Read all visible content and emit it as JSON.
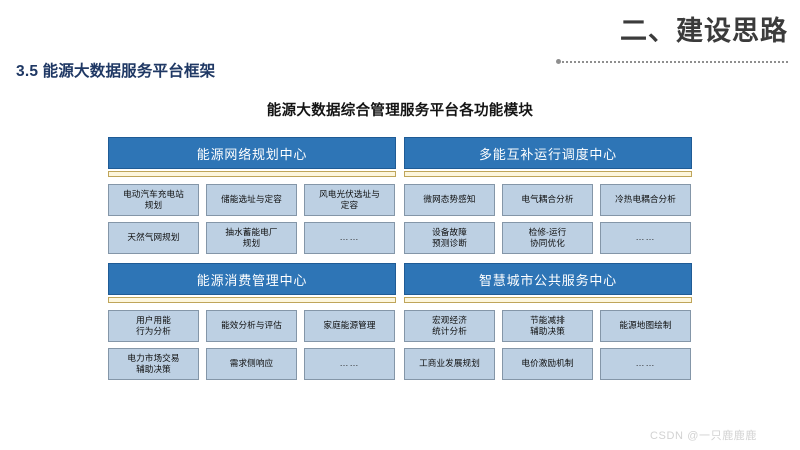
{
  "slide": {
    "title": "二、建设思路",
    "section_heading": "3.5 能源大数据服务平台框架",
    "diagram_title": "能源大数据综合管理服务平台各功能模块",
    "watermark": "CSDN @一只鹿鹿鹿"
  },
  "colors": {
    "header_blue": "#2e75b6",
    "header_blue_border": "#1f5b95",
    "accent_strip": "#fdf6dd",
    "accent_strip_border": "#bfa55a",
    "item_blue": "#bdd0e3",
    "item_border": "#8496a8",
    "section_heading": "#1f3864",
    "slide_title": "#3b3b3b",
    "watermark": "#d2d2d2"
  },
  "diagram": {
    "panels": [
      {
        "header": "能源网络规划中心",
        "items": [
          "电动汽车充电站\n规划",
          "储能选址与定容",
          "风电光伏选址与\n定容",
          "天然气网规划",
          "抽水蓄能电厂\n规划",
          "……"
        ]
      },
      {
        "header": "多能互补运行调度中心",
        "items": [
          "微网态势感知",
          "电气耦合分析",
          "冷热电耦合分析",
          "设备故障\n预测诊断",
          "检修-运行\n协同优化",
          "……"
        ]
      },
      {
        "header": "能源消费管理中心",
        "items": [
          "用户用能\n行为分析",
          "能效分析与评估",
          "家庭能源管理",
          "电力市场交易\n辅助决策",
          "需求侧响应",
          "……"
        ]
      },
      {
        "header": "智慧城市公共服务中心",
        "items": [
          "宏观经济\n统计分析",
          "节能减排\n辅助决策",
          "能源地图绘制",
          "工商业发展规划",
          "电价激励机制",
          "……"
        ]
      }
    ]
  }
}
